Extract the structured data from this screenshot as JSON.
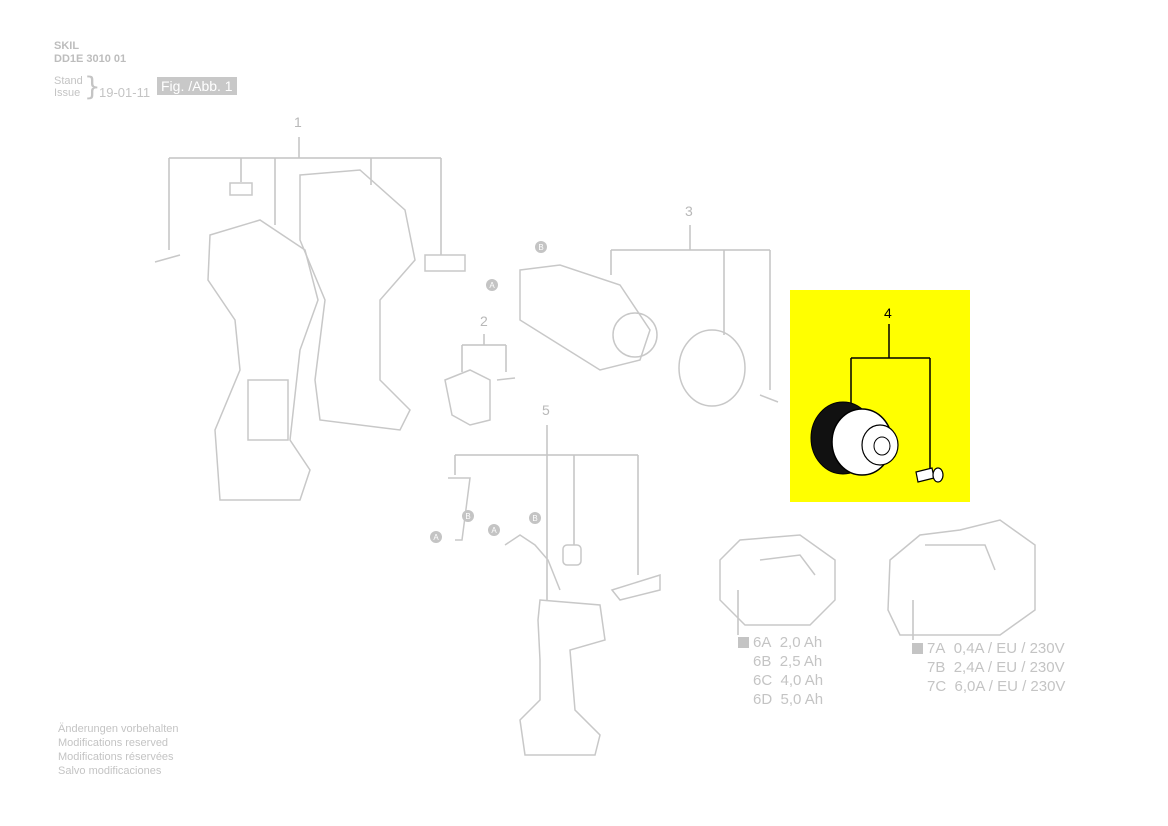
{
  "header": {
    "brand": "SKIL",
    "model": "DD1E 3010 01",
    "stand_label": "Stand",
    "issue_label": "Issue",
    "date": "19-01-11",
    "figure": "Fig. /Abb. 1"
  },
  "parts": [
    {
      "number": "1"
    },
    {
      "number": "2"
    },
    {
      "number": "3"
    },
    {
      "number": "4",
      "highlighted": true
    },
    {
      "number": "5"
    }
  ],
  "connectors": {
    "a": "A",
    "b": "B"
  },
  "battery_options": [
    {
      "code": "6A",
      "value": "2,0 Ah"
    },
    {
      "code": "6B",
      "value": "2,5 Ah"
    },
    {
      "code": "6C",
      "value": "4,0 Ah"
    },
    {
      "code": "6D",
      "value": "5,0 Ah"
    }
  ],
  "charger_options": [
    {
      "code": "7A",
      "value": "0,4A / EU / 230V"
    },
    {
      "code": "7B",
      "value": "2,4A / EU / 230V"
    },
    {
      "code": "7C",
      "value": "6,0A / EU / 230V"
    }
  ],
  "footer": [
    "Änderungen vorbehalten",
    "Modifications reserved",
    "Modifications réservées",
    "Salvo modificaciones"
  ],
  "colors": {
    "highlight": "#ffff00",
    "line": "#c4c4c4"
  }
}
